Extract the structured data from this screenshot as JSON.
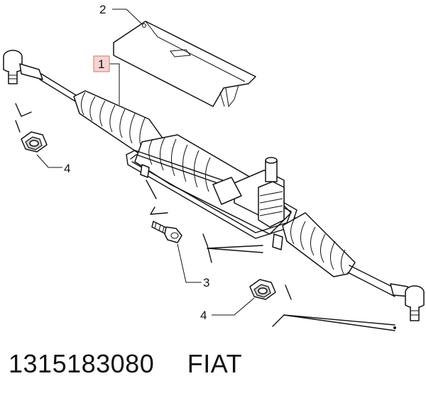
{
  "callouts": {
    "c1": "1",
    "c2": "2",
    "c3": "3",
    "c4a": "4",
    "c4b": "4"
  },
  "footer": {
    "part_number": "1315183080",
    "brand": "FIAT"
  },
  "colors": {
    "line": "#111111",
    "highlight_fill": "#f6d3d3",
    "highlight_border": "#d98888"
  }
}
